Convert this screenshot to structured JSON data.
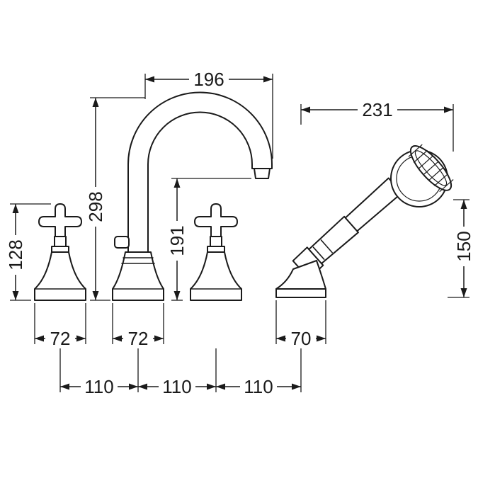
{
  "drawing": {
    "colors": {
      "line": "#1a1a1a",
      "background": "#ffffff"
    },
    "dimensions": {
      "spout_reach": "196",
      "handshower_length": "231",
      "spout_height": "298",
      "handle_height": "128",
      "outlet_height": "191",
      "handshower_height": "150",
      "handle_base_width": "72",
      "spout_base_width": "72",
      "handshower_base_width": "70",
      "hole_spacing": [
        "110",
        "110",
        "110"
      ]
    }
  }
}
